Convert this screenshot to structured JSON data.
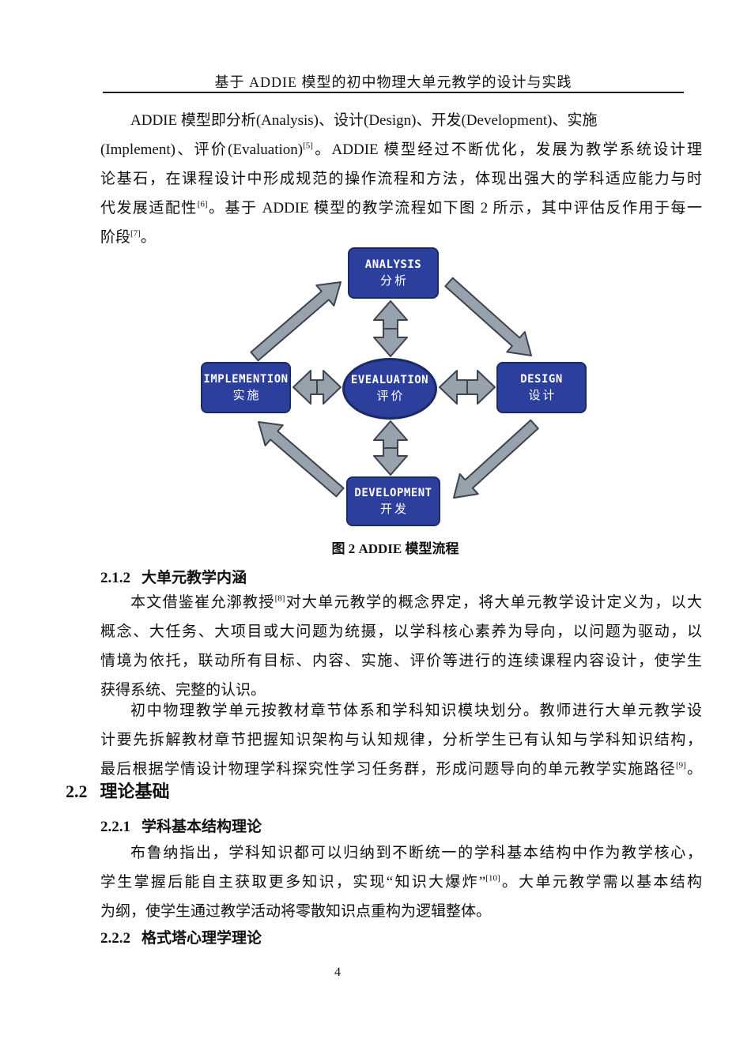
{
  "header": {
    "title": "基于 ADDIE 模型的初中物理大单元教学的设计与实践"
  },
  "paragraph1": {
    "lines": [
      [
        {
          "t": "ADDIE 模型即分析(Analysis)、设计(Design)、开发(Development)、实施"
        }
      ],
      [
        {
          "t": "(Implement)、评价(Evaluation)"
        },
        {
          "sup": "[5]"
        },
        {
          "t": "。ADDIE 模型经过不断优化，发展为教学系统设计理"
        }
      ],
      [
        {
          "t": "论基石，在课程设计中形成规范的操作流程和方法，体现出强大的学科适应能力与时"
        }
      ],
      [
        {
          "t": "代发展适配性"
        },
        {
          "sup": "[6]"
        },
        {
          "t": "。基于 ADDIE 模型的教学流程如下图 2 所示，其中评估反作用于每一"
        }
      ],
      [
        {
          "t": "阶段"
        },
        {
          "sup": "[7]"
        },
        {
          "t": "。"
        }
      ]
    ]
  },
  "figure": {
    "caption": "图 2  ADDIE 模型流程",
    "nodes": {
      "analysis": {
        "en": "ANALYSIS",
        "zh": "分析"
      },
      "design": {
        "en": "DESIGN",
        "zh": "设计"
      },
      "development": {
        "en": "DEVELOPMENT",
        "zh": "开发"
      },
      "implementation": {
        "en": "IMPLEMENTION",
        "zh": "实施"
      },
      "evaluation": {
        "en": "EVEALUATION",
        "zh": "评价"
      }
    },
    "colors": {
      "node_fill": "#2c3f9d",
      "node_border": "#1c2a63",
      "node_text": "#ffffff",
      "arrow_fill": "#98a2ad",
      "arrow_border": "#3d444f"
    }
  },
  "sections": {
    "s212": {
      "num": "2.1.2",
      "title": "大单元教学内涵"
    },
    "s22": {
      "num": "2.2",
      "title": "理论基础"
    },
    "s221": {
      "num": "2.2.1",
      "title": "学科基本结构理论"
    },
    "s222": {
      "num": "2.2.2",
      "title": "格式塔心理学理论"
    }
  },
  "paragraph2": {
    "lines": [
      [
        {
          "t": "本文借鉴崔允漷教授"
        },
        {
          "sup": "[8]"
        },
        {
          "t": "对大单元教学的概念界定，将大单元教学设计定义为，以大"
        }
      ],
      [
        {
          "t": "概念、大任务、大项目或大问题为统摄，以学科核心素养为导向，以问题为驱动，以"
        }
      ],
      [
        {
          "t": "情境为依托，联动所有目标、内容、实施、评价等进行的连续课程内容设计，使学生"
        }
      ],
      [
        {
          "t": "获得系统、完整的认识。"
        }
      ]
    ]
  },
  "paragraph3": {
    "lines": [
      [
        {
          "t": "初中物理教学单元按教材章节体系和学科知识模块划分。教师进行大单元教学设"
        }
      ],
      [
        {
          "t": "计要先拆解教材章节把握知识架构与认知规律，分析学生已有认知与学科知识结构，"
        }
      ],
      [
        {
          "t": "最后根据学情设计物理学科探究性学习任务群，形成问题导向的单元教学实施路径"
        },
        {
          "sup": "[9]"
        },
        {
          "t": "。"
        }
      ]
    ]
  },
  "paragraph4": {
    "lines": [
      [
        {
          "t": "布鲁纳指出，学科知识都可以归纳到不断统一的学科基本结构中作为教学核心，"
        }
      ],
      [
        {
          "t": "学生掌握后能自主获取更多知识，实现“知识大爆炸”"
        },
        {
          "sup": "[10]"
        },
        {
          "t": "。大单元教学需以基本结构"
        }
      ],
      [
        {
          "t": "为纲，使学生通过教学活动将零散知识点重构为逻辑整体。"
        }
      ]
    ]
  },
  "page": {
    "number": "4"
  }
}
